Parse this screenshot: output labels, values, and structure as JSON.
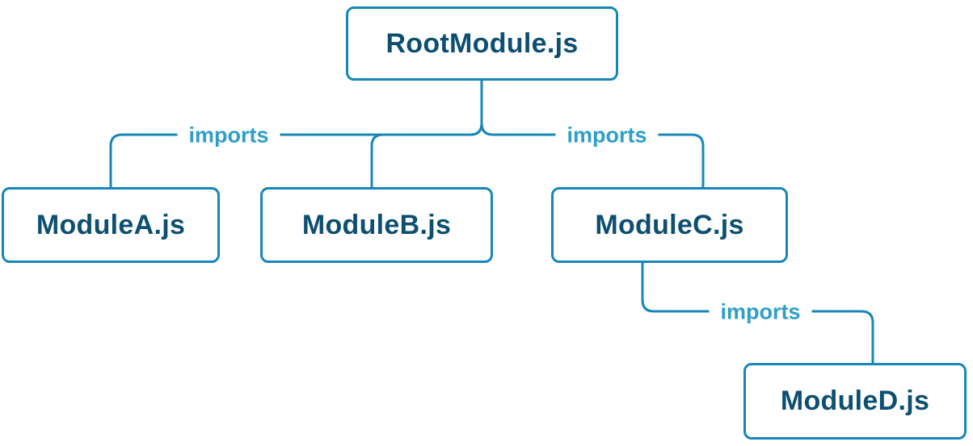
{
  "diagram": {
    "type": "dependency-tree",
    "nodes": {
      "root": {
        "label": "RootModule.js"
      },
      "moduleA": {
        "label": "ModuleA.js"
      },
      "moduleB": {
        "label": "ModuleB.js"
      },
      "moduleC": {
        "label": "ModuleC.js"
      },
      "moduleD": {
        "label": "ModuleD.js"
      }
    },
    "edges": [
      {
        "from": "RootModule.js",
        "to": "ModuleA.js",
        "label": "imports"
      },
      {
        "from": "RootModule.js",
        "to": "ModuleB.js",
        "label": "imports"
      },
      {
        "from": "RootModule.js",
        "to": "ModuleC.js",
        "label": "imports"
      },
      {
        "from": "ModuleC.js",
        "to": "ModuleD.js",
        "label": "imports"
      }
    ],
    "edge_labels": {
      "left": "imports",
      "right": "imports",
      "bottom": "imports"
    },
    "colors": {
      "line": "#1787b9",
      "node_border": "#1787b9",
      "node_text": "#0d4f71",
      "edge_label_text": "#2e9fc9",
      "background": "#ffffff"
    }
  }
}
